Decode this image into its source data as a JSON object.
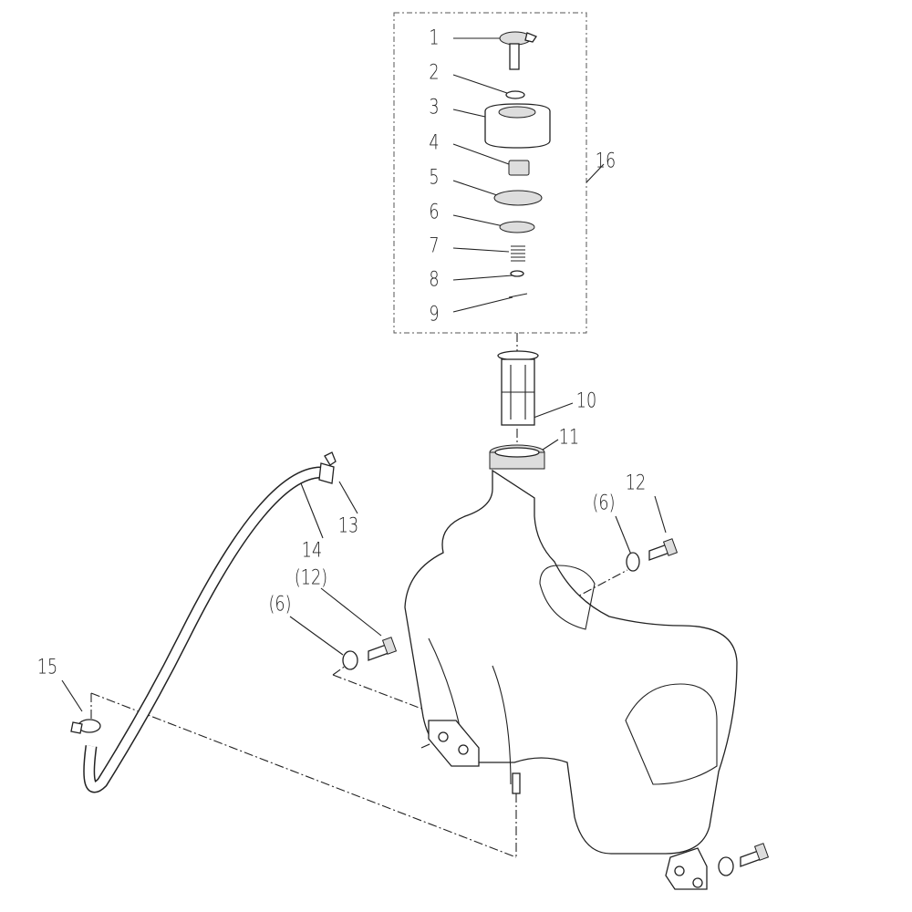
{
  "diagram": {
    "type": "exploded parts diagram - fuel tank assembly",
    "callouts": [
      {
        "id": "c1",
        "text": "1"
      },
      {
        "id": "c2",
        "text": "2"
      },
      {
        "id": "c3",
        "text": "3"
      },
      {
        "id": "c4",
        "text": "4"
      },
      {
        "id": "c5",
        "text": "5"
      },
      {
        "id": "c6",
        "text": "6"
      },
      {
        "id": "c7",
        "text": "7"
      },
      {
        "id": "c8",
        "text": "8"
      },
      {
        "id": "c9",
        "text": "9"
      },
      {
        "id": "c10",
        "text": "10"
      },
      {
        "id": "c11",
        "text": "11"
      },
      {
        "id": "c12",
        "text": "12"
      },
      {
        "id": "c13",
        "text": "13"
      },
      {
        "id": "c14",
        "text": "14"
      },
      {
        "id": "c15",
        "text": "15"
      },
      {
        "id": "c16",
        "text": "16"
      },
      {
        "id": "c6b",
        "text": "(6)"
      },
      {
        "id": "c12b",
        "text": "(12)"
      },
      {
        "id": "c6c",
        "text": "(6)"
      }
    ]
  }
}
